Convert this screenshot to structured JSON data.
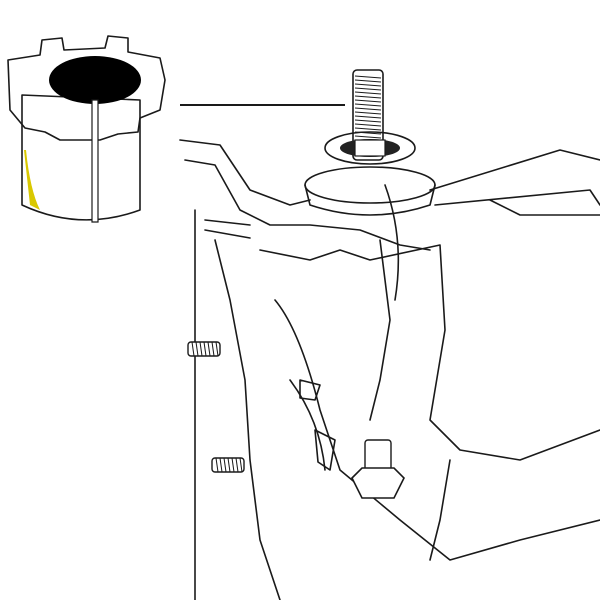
{
  "diagram": {
    "colors": {
      "bushing": "#f7e600",
      "bushing_shade": "#d9c800",
      "line": "#1a1a1a",
      "background": "#ffffff"
    },
    "parts": [
      "alignment-cam-bushing",
      "upper-ball-joint-stud",
      "control-arm",
      "steering-knuckle",
      "wheel-studs",
      "lower-nut"
    ]
  }
}
